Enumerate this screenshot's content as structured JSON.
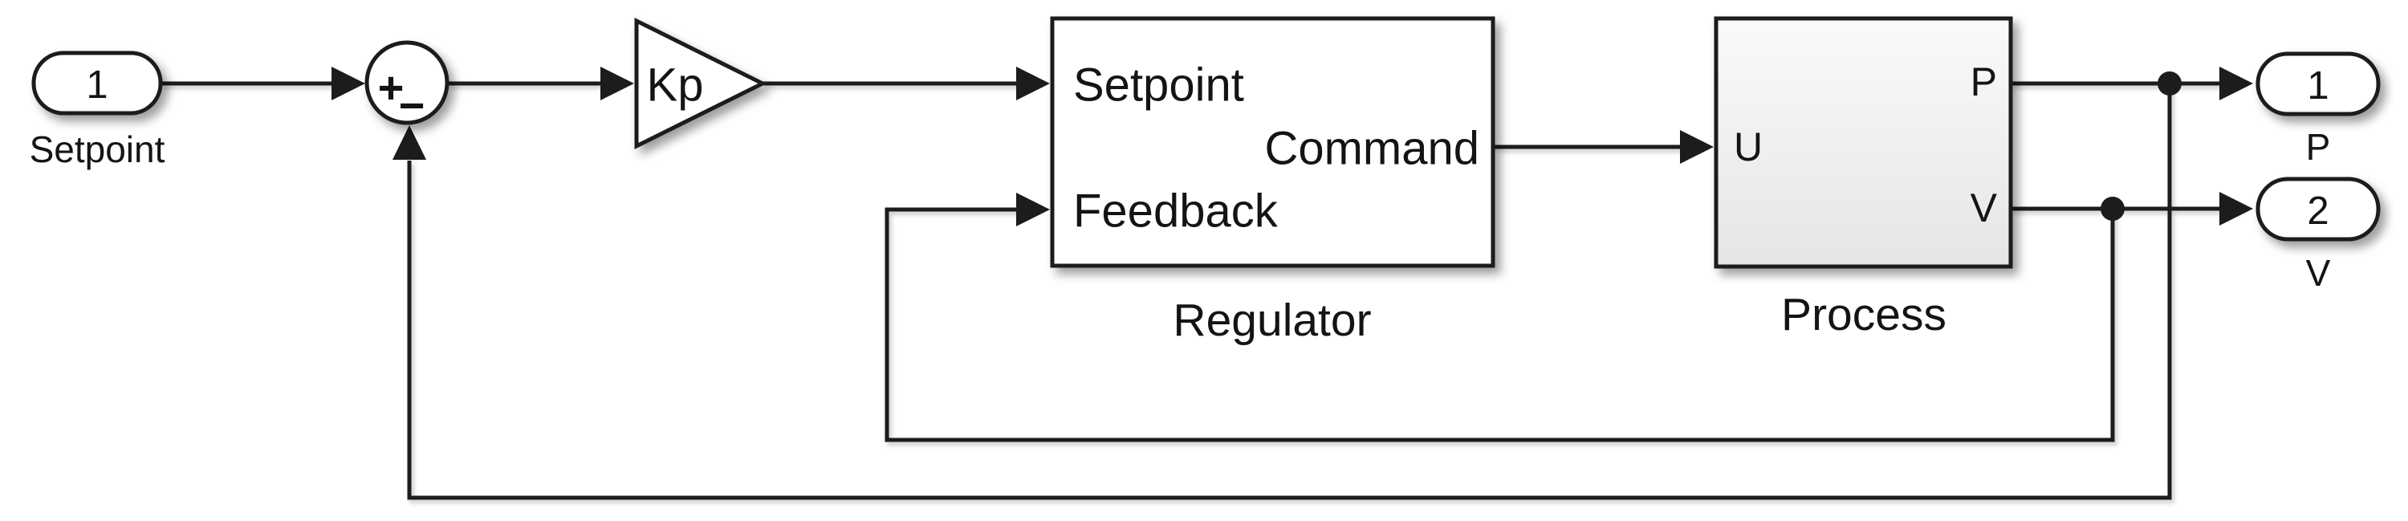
{
  "colors": {
    "line": "#1c1c1c",
    "text": "#141414",
    "block_fill": "#ffffff",
    "process_gradient_top": "#f9f9f9",
    "process_gradient_bottom": "#e6e6e6",
    "background": "#ffffff"
  },
  "blocks": {
    "inport": {
      "number": "1",
      "label": "Setpoint"
    },
    "sum": {
      "sign_left": "+",
      "sign_bottom": "−"
    },
    "gain": {
      "label": "Kp"
    },
    "regulator": {
      "name": "Regulator",
      "ports": {
        "in1": "Setpoint",
        "in2": "Feedback",
        "out1": "Command"
      }
    },
    "process": {
      "name": "Process",
      "ports": {
        "in1": "U",
        "out1": "P",
        "out2": "V"
      }
    },
    "outport_p": {
      "number": "1",
      "label": "P"
    },
    "outport_v": {
      "number": "2",
      "label": "V"
    }
  }
}
